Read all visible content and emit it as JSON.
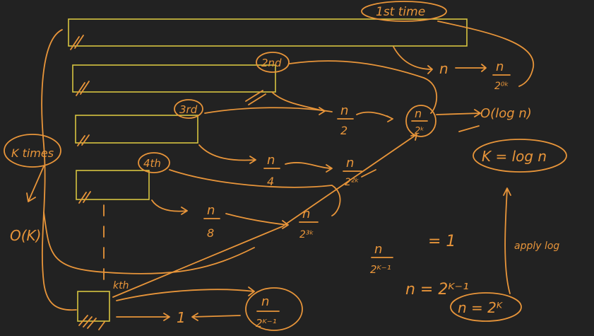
{
  "labels": {
    "first_time": "1st time",
    "second": "2nd",
    "third": "3rd",
    "fourth": "4th",
    "kth": "kth",
    "k_times": "K times",
    "big_o_k": "O(K)",
    "big_o_logn": "O(log n)",
    "k_eq_logn": "K = log n",
    "apply_log": "apply log",
    "one": "1"
  },
  "fractions": {
    "n_over_2": {
      "num": "n",
      "den": "2"
    },
    "n_over_4": {
      "num": "n",
      "den": "4"
    },
    "n_over_8": {
      "num": "n",
      "den": "8"
    },
    "n_over_2_0k": {
      "num": "n",
      "den": "2⁰ᵏ"
    },
    "n_over_2_k": {
      "num": "n",
      "den": "2ᵏ"
    },
    "n_over_2_2k": {
      "num": "n",
      "den": "2²ᵏ"
    },
    "n_over_2_3k": {
      "num": "n",
      "den": "2³ᵏ"
    },
    "n_over_2_km1_bottom": {
      "num": "n",
      "den": "2ᴷ⁻¹"
    },
    "n_over_2_km1_eq": {
      "num": "n",
      "den": "2ᴷ⁻¹"
    }
  },
  "equations": {
    "eq_one": "= 1",
    "n_eq_2km1": "n = 2ᴷ⁻¹",
    "n_eq_2k": "n = 2ᴷ",
    "n_arrow": "n"
  },
  "colors": {
    "ink": "#e8953a",
    "box": "#d6c441",
    "background": "#222222"
  }
}
